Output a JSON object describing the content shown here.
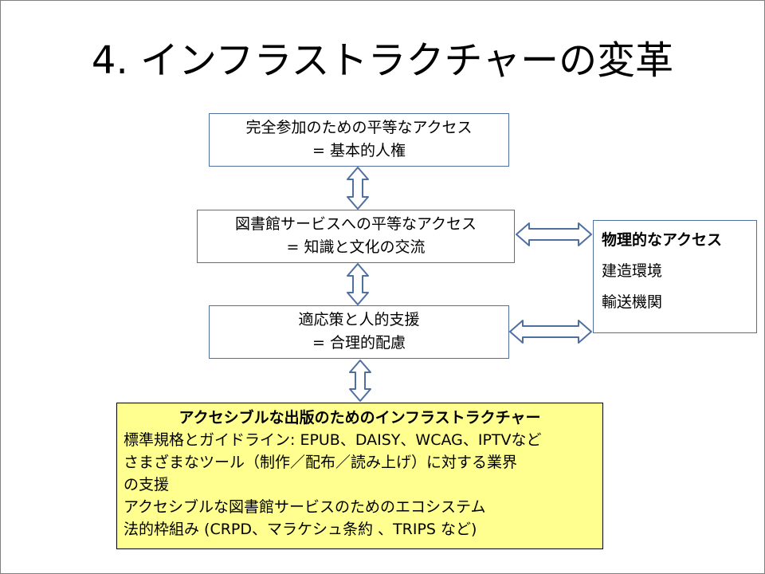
{
  "title": "4. インフラストラクチャーの変革",
  "box1": {
    "line1": "完全参加のための平等なアクセス",
    "line2": "= 基本的人権"
  },
  "box2": {
    "line1": "図書館サービスへの平等なアクセス",
    "line2": "= 知識と文化の交流"
  },
  "box3": {
    "line1": "適応策と人的支援",
    "line2": "= 合理的配慮"
  },
  "side_box": {
    "heading": "物理的なアクセス",
    "items": [
      "建造環境",
      "輸送機関"
    ]
  },
  "infra_box": {
    "heading": "アクセシブルな出版のためのインフラストラクチャー",
    "items": [
      "標準規格とガイドライン: EPUB、DAISY、WCAG、IPTVなど",
      "さまざまなツール（制作／配布／読み上げ）に対する業界",
      "の支援",
      "アクセシブルな図書館サービスのためのエコシステム",
      "法的枠組み (CRPD、マラケシュ条約 、TRIPS など)"
    ]
  },
  "colors": {
    "arrow_stroke": "#4f6fa0",
    "box_border": "#4f6fa0",
    "infra_fill": "#ffff8f"
  }
}
